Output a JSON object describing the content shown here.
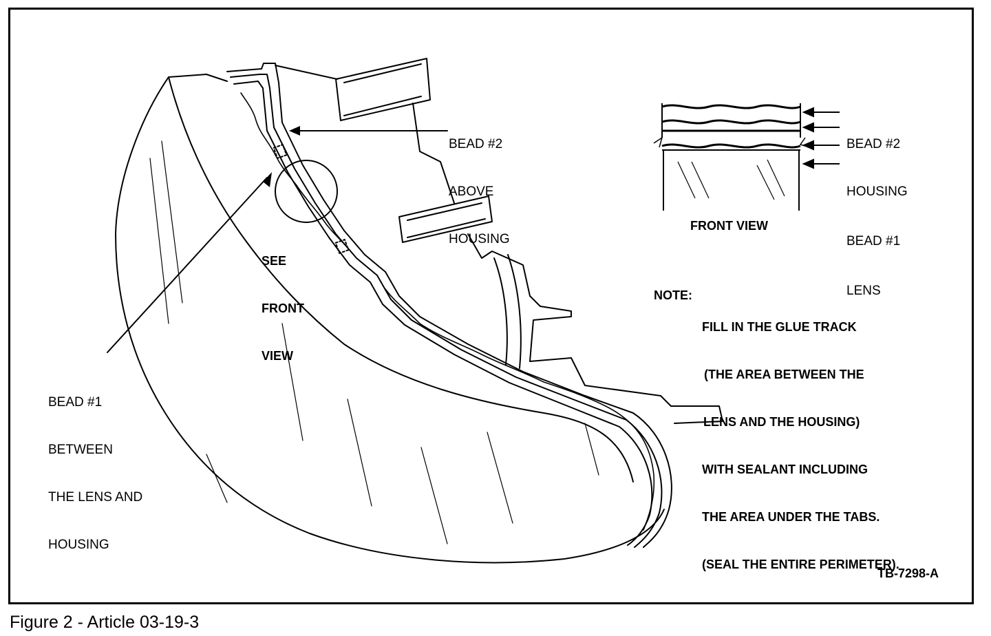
{
  "figure": {
    "caption": "Figure 2 - Article 03-19-3",
    "part_number": "TB-7298-A"
  },
  "callouts": {
    "bead2": [
      "BEAD #2",
      "ABOVE",
      "HOUSING"
    ],
    "bead1": [
      "BEAD #1",
      "BETWEEN",
      "THE LENS AND",
      "HOUSING"
    ],
    "see_front_view": [
      "SEE",
      "FRONT",
      "VIEW"
    ]
  },
  "front_view": {
    "title": "FRONT VIEW",
    "layers": [
      "BEAD #2",
      "HOUSING",
      "BEAD #1",
      "LENS"
    ]
  },
  "note": {
    "prefix": "NOTE:",
    "lines": [
      "FILL IN THE GLUE TRACK",
      "(THE AREA BETWEEN THE",
      "LENS AND THE HOUSING)",
      "WITH SEALANT INCLUDING",
      "THE AREA UNDER THE TABS.",
      "(SEAL THE ENTIRE PERIMETER)."
    ]
  }
}
